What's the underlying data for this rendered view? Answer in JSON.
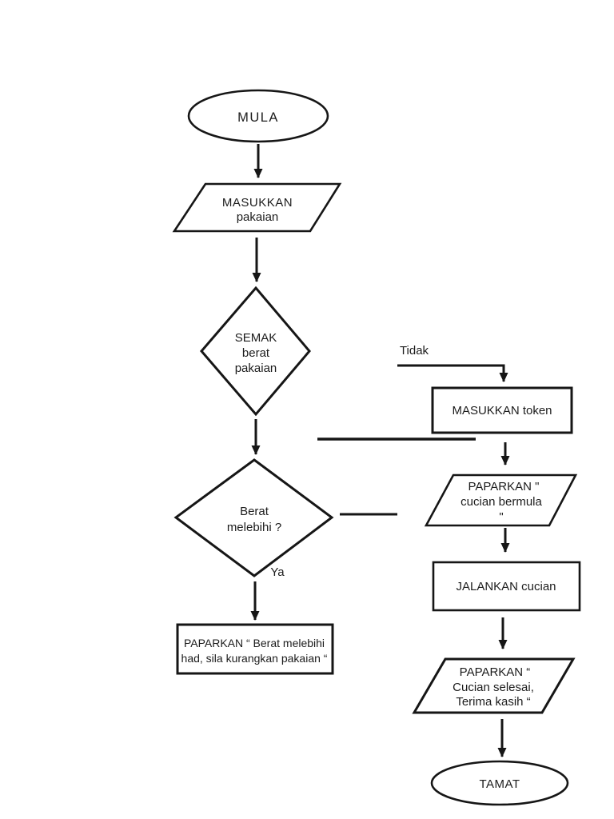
{
  "flowchart": {
    "background": "#ffffff",
    "stroke_color": "#161616",
    "text_color": "#1c1c1c",
    "nodes": {
      "start": {
        "type": "terminator",
        "label": "MULA"
      },
      "masukkan_pakaian": {
        "type": "input-output",
        "line1": "MASUKKAN",
        "line2": "pakaian"
      },
      "semak_berat": {
        "type": "decision",
        "line1": "SEMAK",
        "line2": "berat",
        "line3": "pakaian"
      },
      "berat_melebihi": {
        "type": "decision",
        "line1": "Berat",
        "line2": "melebihi ?"
      },
      "paparkan_had": {
        "type": "process",
        "line1": "PAPARKAN “ Berat melebihi",
        "line2": "had, sila kurangkan pakaian “"
      },
      "masukkan_token": {
        "type": "process",
        "label": "MASUKKAN token"
      },
      "paparkan_bermula": {
        "type": "input-output",
        "line1": "PAPARKAN \"",
        "line2": "cucian bermula",
        "line3": "\""
      },
      "jalankan_cucian": {
        "type": "process",
        "label": "JALANKAN cucian"
      },
      "paparkan_selesai": {
        "type": "input-output",
        "line1": "PAPARKAN “",
        "line2": "Cucian selesai,",
        "line3": "Terima kasih “"
      },
      "end": {
        "type": "terminator",
        "label": "TAMAT"
      }
    },
    "branch_labels": {
      "yes": "Ya",
      "no": "Tidak"
    }
  }
}
